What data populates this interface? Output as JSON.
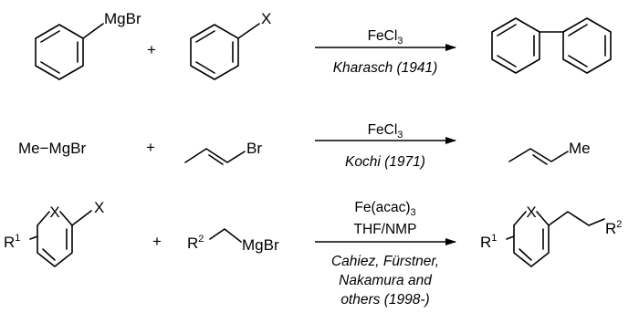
{
  "reactions": [
    {
      "reactant1": {
        "group": "MgBr"
      },
      "plus": "+",
      "reactant2": {
        "group": "X"
      },
      "conditions": {
        "reagent": {
          "base": "FeCl",
          "sub": "3"
        },
        "credit": "Kharasch (1941)"
      }
    },
    {
      "reactant1": {
        "text": "Me−MgBr"
      },
      "plus": "+",
      "reactant2": {
        "group": "Br"
      },
      "conditions": {
        "reagent": {
          "base": "FeCl",
          "sub": "3"
        },
        "credit": "Kochi (1971)"
      },
      "product": {
        "group": "Me"
      }
    },
    {
      "reactant1": {
        "sub_label": "R",
        "sub_index": "1",
        "ring_atom": "X",
        "group": "X"
      },
      "plus": "+",
      "reactant2": {
        "label": "R",
        "label_sup": "2",
        "group": "MgBr"
      },
      "conditions": {
        "reagent": {
          "base": "Fe(acac)",
          "sub": "3"
        },
        "solvent": "THF/NMP",
        "credit_lines": [
          "Cahiez, Fürstner,",
          "Nakamura and",
          "others (1998-)"
        ]
      },
      "product": {
        "sub_label": "R",
        "sub_index": "1",
        "ring_atom": "X",
        "label": "R",
        "label_sup": "2"
      }
    }
  ]
}
